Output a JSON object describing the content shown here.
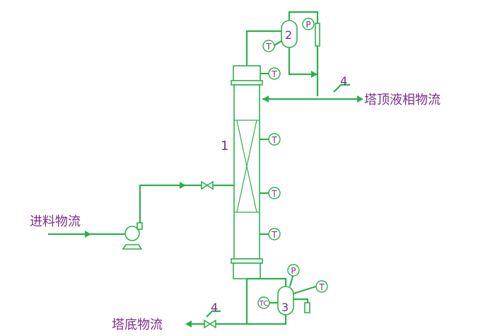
{
  "colors": {
    "pipe": "#2db04b",
    "text": "#7b2c8a",
    "background": "#ffffff"
  },
  "labels": {
    "feed_stream": "进料物流",
    "top_liquid_stream": "塔顶液相物流",
    "bottom_stream": "塔底物流"
  },
  "numbers": {
    "column": "1",
    "top_drum": "2",
    "reboiler": "3",
    "top_outlet": "4",
    "bottom_outlet": "4"
  },
  "instruments": {
    "top_drum_temperature": "T",
    "top_drum_pressure": "P",
    "column_top_temperature": "T",
    "column_upper_temperature": "T",
    "column_middle_temperature": "T",
    "column_lower_temperature": "T",
    "reboiler_pressure": "P",
    "reboiler_temperature": "T",
    "reboiler_temperature_control": "TC"
  },
  "icons": [
    "pump-icon",
    "valve-icon",
    "flow-arrow-icon"
  ]
}
